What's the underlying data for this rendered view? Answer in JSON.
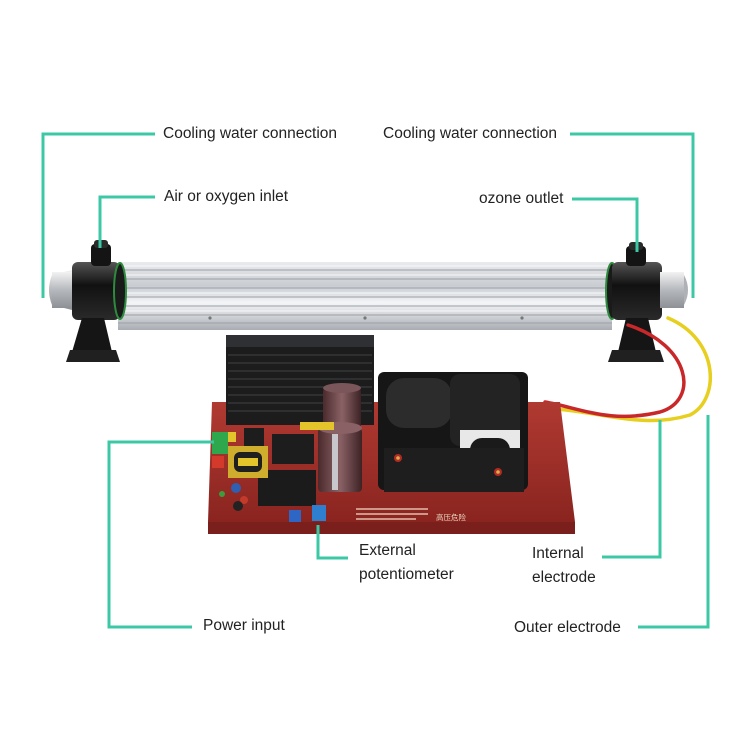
{
  "figure": {
    "subject": "Ozone generator with water-cooled ozone tube and high-voltage power board",
    "accent_color": "#3cc8a4",
    "board_color": "#a8322c",
    "board_marking": "高压危险"
  },
  "labels": {
    "cooling_left": "Cooling water connection",
    "air_inlet": "Air or oxygen inlet",
    "cooling_right": "Cooling water connection",
    "ozone_outlet": "ozone outlet",
    "external_pot_line1": "External",
    "external_pot_line2": "potentiometer",
    "power_input": "Power input",
    "internal_electrode_line1": "Internal",
    "internal_electrode_line2": "electrode",
    "outer_electrode": "Outer electrode"
  }
}
